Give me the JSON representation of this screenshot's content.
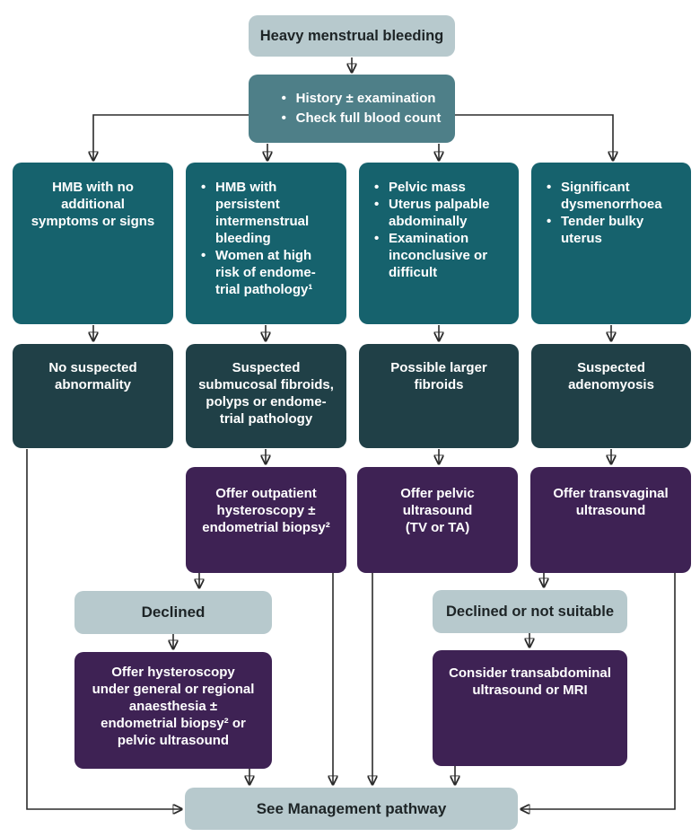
{
  "flowchart": {
    "start": "Heavy menstrual bleeding",
    "triage": {
      "bullets": [
        "History ± examination",
        "Check full blood count"
      ]
    },
    "presentations": [
      {
        "text": "HMB with no\nadditional\nsymptoms or signs"
      },
      {
        "bullets": [
          "HMB with\npersistent\nintermenstrual\nbleeding",
          "Women at high\nrisk of endome-\ntrial pathology¹"
        ]
      },
      {
        "bullets": [
          "Pelvic mass",
          "Uterus palpable\nabdominally",
          "Examination\ninconclusive or\ndifficult"
        ]
      },
      {
        "bullets": [
          "Significant\ndysmenorrhoea",
          "Tender bulky\nuterus"
        ]
      }
    ],
    "suspicions": [
      "No suspected\nabnormality",
      "Suspected\nsubmucosal fibroids,\npolyps or endome-\ntrial pathology",
      "Possible larger\nfibroids",
      "Suspected\nadenomyosis"
    ],
    "first_line_tests": [
      "Offer outpatient\nhysteroscopy ±\nendometrial biopsy²",
      "Offer pelvic\nultrasound\n(TV or TA)",
      "Offer transvaginal\nultrasound"
    ],
    "fallbacks": {
      "declined_label": "Declined",
      "declined_next": "Offer hysteroscopy\nunder general or regional\nanaesthesia ±\nendometrial biopsy² or\npelvic ultrasound",
      "not_suitable_label": "Declined or not suitable",
      "not_suitable_next": "Consider transabdominal\nultrasound or MRI"
    },
    "end": "See Management pathway"
  },
  "colors": {
    "light_box": "#b7c9cd",
    "triage_box": "#4e7f88",
    "presentation_box": "#16626d",
    "suspicion_box": "#204047",
    "action_box": "#3e2254",
    "connector": "#2b2b2b",
    "dark_text": "#1d2426",
    "light_text": "#ffffff"
  }
}
